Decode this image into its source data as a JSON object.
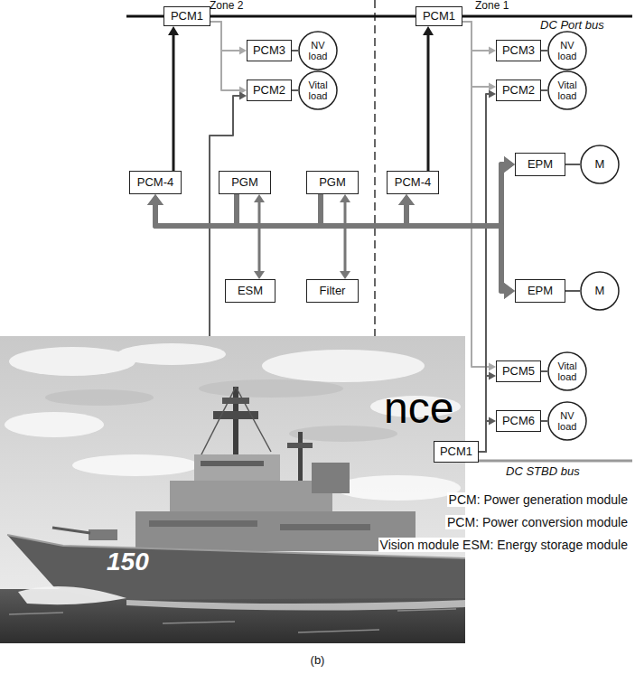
{
  "diagram": {
    "caption": "(b)",
    "nodes": [
      {
        "text": [
          "PCM1"
        ]
      },
      {
        "text": [
          "PCM1"
        ]
      },
      {
        "text": [
          "PCM3"
        ]
      },
      {
        "text": [
          "NV load"
        ]
      },
      {
        "text": [
          "PCM2"
        ]
      },
      {
        "text": [
          "Vital load"
        ]
      },
      {
        "text": [
          "PCM3"
        ]
      },
      {
        "text": [
          "NV load"
        ]
      },
      {
        "text": [
          "PCM2"
        ]
      },
      {
        "text": [
          "Vital load"
        ]
      },
      {
        "text": [
          "PCM-4"
        ]
      },
      {
        "text": [
          "PGM"
        ]
      },
      {
        "text": [
          "PGM"
        ]
      },
      {
        "text": [
          "PCM-4"
        ]
      },
      {
        "text": [
          "EPM"
        ]
      },
      {
        "text": [
          "M"
        ]
      },
      {
        "text": [
          "ESM"
        ]
      },
      {
        "text": [
          "Filter"
        ]
      },
      {
        "text": [
          "EPM"
        ]
      },
      {
        "text": [
          "M"
        ]
      },
      {
        "text": [
          "PCM5"
        ]
      },
      {
        "text": [
          "Vital load"
        ]
      },
      {
        "text": [
          "PCM6"
        ]
      },
      {
        "text": [
          "NV load"
        ]
      },
      {
        "text": [
          "PCM1"
        ]
      }
    ],
    "edges": [
      {
        "from": 10,
        "to": 0,
        "arrow": "to"
      },
      {
        "from": 13,
        "to": 1,
        "arrow": "to"
      },
      {
        "from": 0,
        "to": 2,
        "arrow": "to"
      },
      {
        "from": 0,
        "to": 4,
        "arrow": "to"
      },
      {
        "from": 24,
        "to": 4,
        "arrow": "to"
      },
      {
        "from": 1,
        "to": 6,
        "arrow": "to"
      },
      {
        "from": 1,
        "to": 8,
        "arrow": "to"
      },
      {
        "from": 1,
        "to": 20,
        "arrow": "to"
      },
      {
        "from": 24,
        "to": 8,
        "arrow": "to"
      },
      {
        "from": 24,
        "to": 20,
        "arrow": "to"
      },
      {
        "from": 24,
        "to": 22,
        "arrow": "to"
      },
      {
        "from": 2,
        "to": 3,
        "arrow": "none"
      },
      {
        "from": 4,
        "to": 5,
        "arrow": "none"
      },
      {
        "from": 6,
        "to": 7,
        "arrow": "none"
      },
      {
        "from": 8,
        "to": 9,
        "arrow": "none"
      },
      {
        "from": 14,
        "to": 15,
        "arrow": "none"
      },
      {
        "from": 18,
        "to": 19,
        "arrow": "none"
      },
      {
        "from": 20,
        "to": 21,
        "arrow": "none"
      },
      {
        "from": 22,
        "to": 23,
        "arrow": "none"
      },
      {
        "from": 11,
        "to": 16,
        "arrow": "both"
      },
      {
        "from": 12,
        "to": 17,
        "arrow": "both"
      },
      {
        "from": 11,
        "to": 10,
        "arrow": "to"
      },
      {
        "from": 11,
        "to": 13,
        "arrow": "to"
      },
      {
        "from": 11,
        "to": 14,
        "arrow": "to"
      },
      {
        "from": 11,
        "to": 18,
        "arrow": "to"
      },
      {
        "from": 12,
        "to": 10,
        "arrow": "to"
      },
      {
        "from": 12,
        "to": 13,
        "arrow": "to"
      },
      {
        "from": 12,
        "to": 14,
        "arrow": "to"
      },
      {
        "from": 12,
        "to": 18,
        "arrow": "to"
      }
    ],
    "labels": [
      "Zone 2",
      "Zone 1",
      "DC Port bus",
      "DC STBD bus",
      "nce",
      "150",
      "PCM: Power generation module",
      "PCM: Power conversion module",
      "Vision module ESM: Energy storage module"
    ]
  }
}
